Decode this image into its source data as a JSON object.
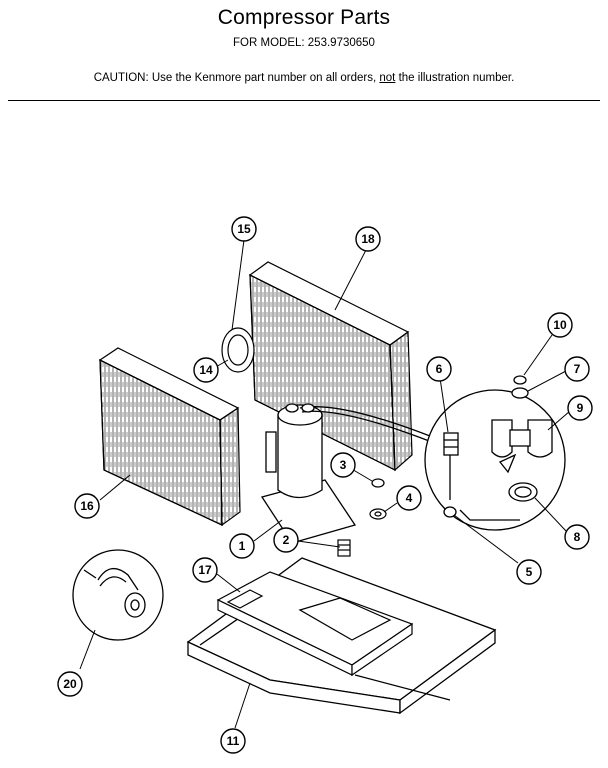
{
  "header": {
    "title": "Compressor Parts",
    "model": "FOR MODEL: 253.9730650",
    "caution_prefix": "CAUTION:  Use the Kenmore part number on all orders, ",
    "caution_emphasis": "not",
    "caution_suffix": " the illustration number."
  },
  "callouts": [
    "1",
    "2",
    "3",
    "4",
    "5",
    "6",
    "7",
    "8",
    "9",
    "10",
    "11",
    "14",
    "15",
    "16",
    "17",
    "18",
    "20"
  ]
}
